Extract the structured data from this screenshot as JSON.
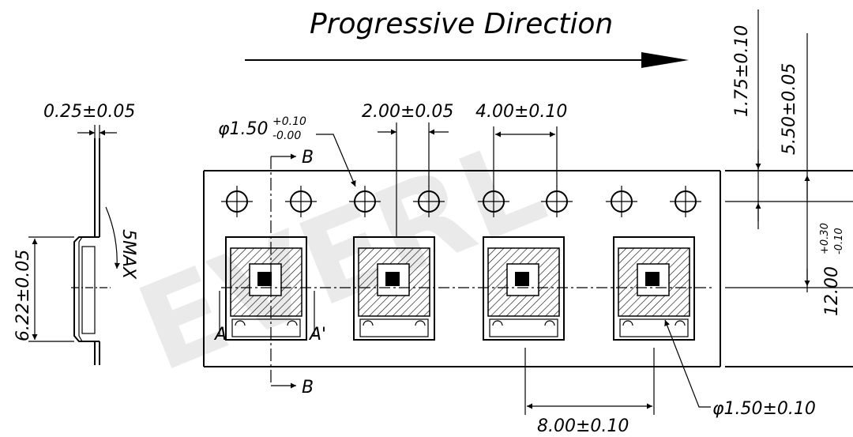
{
  "watermark": "EVERL",
  "title": "Progressive Direction",
  "dimensions": {
    "tape_thickness": "0.25±0.05",
    "sprocket_hole": "φ1.50",
    "sprocket_hole_tol_plus": "+0.10",
    "sprocket_hole_tol_minus": "-0.00",
    "sprocket_pitch_offset": "2.00±0.05",
    "sprocket_pitch": "4.00±0.10",
    "hole_edge_distance": "1.75±0.10",
    "hole_to_pocket_center": "5.50±0.05",
    "tape_width": "12.00",
    "tape_width_tol_plus": "+0.30",
    "tape_width_tol_minus": "-0.10",
    "pocket_depth": "6.22±0.05",
    "cover_max": "5MAX",
    "pocket_pitch": "8.00±0.10",
    "pocket_hole": "φ1.50±0.10"
  },
  "section_labels": {
    "b_top": "B",
    "b_bottom": "B",
    "a_left": "A",
    "a_right": "A'"
  }
}
